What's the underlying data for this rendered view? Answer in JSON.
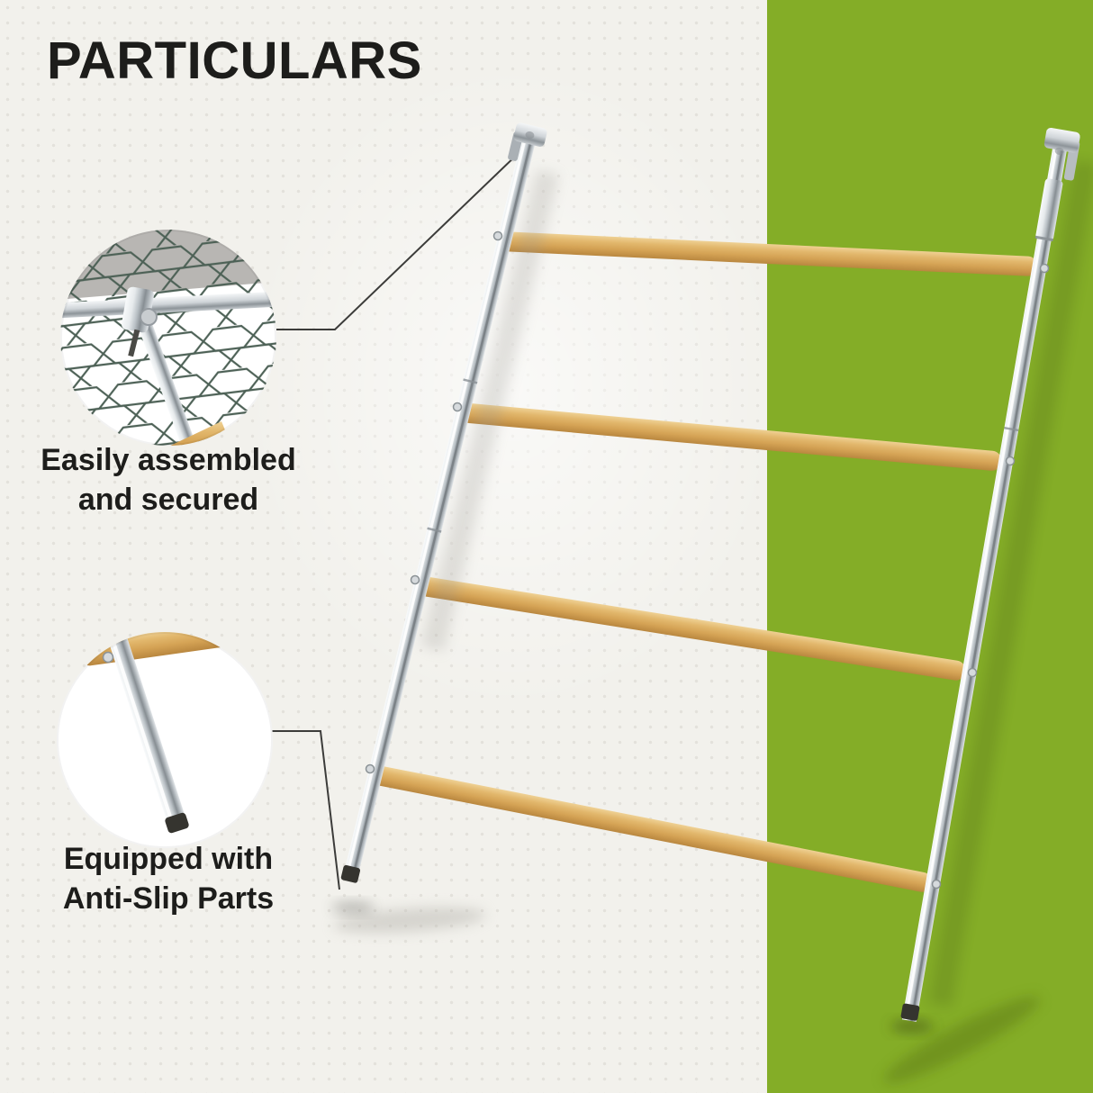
{
  "page": {
    "title": "PARTICULARS"
  },
  "theme": {
    "background_color": "#f2f1ec",
    "dot_color": "#e3e1db",
    "accent_green": "#84ad27",
    "text_color": "#1d1d1b",
    "wood_color": "#d9a95c",
    "chrome_color": "#c9ced2",
    "foot_cap_color": "#35342f",
    "mesh_line_color": "#4d6156"
  },
  "product": {
    "rung_count": 4,
    "rail_count": 2
  },
  "callouts": [
    {
      "id": "assembly",
      "line1": "Easily assembled",
      "line2": "and secured"
    },
    {
      "id": "anti_slip",
      "line1": "Equipped with",
      "line2": "Anti-Slip Parts"
    }
  ]
}
